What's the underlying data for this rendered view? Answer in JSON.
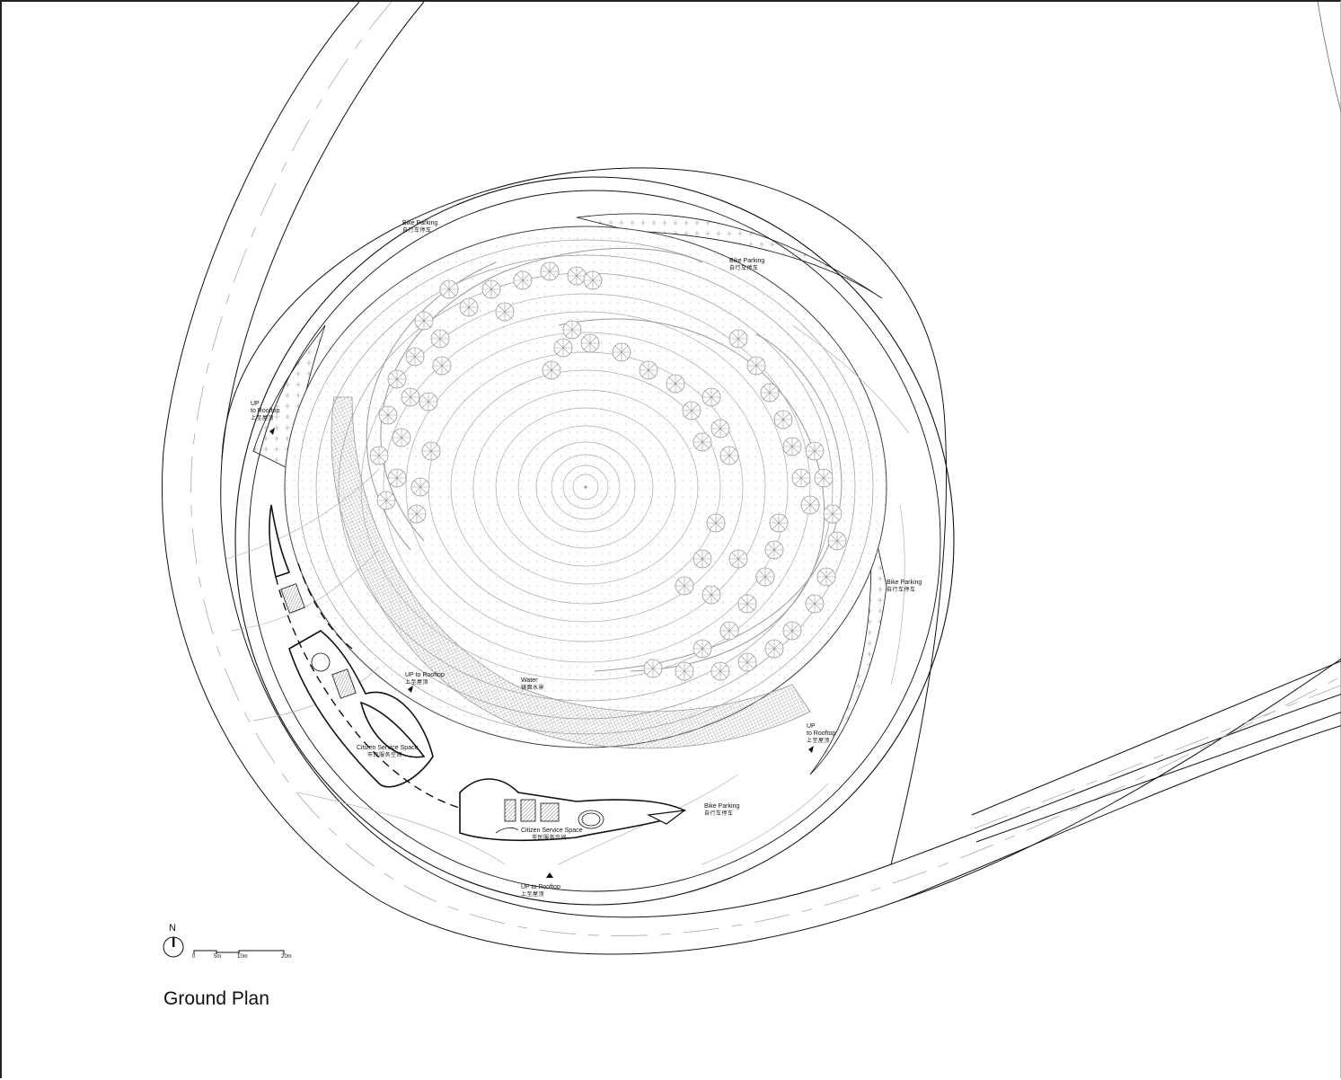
{
  "drawing": {
    "title": "Ground Plan",
    "north_arrow": {
      "label": "N",
      "icon": "north-arrow-icon"
    },
    "scale_bar": {
      "ticks": [
        "0",
        "5m",
        "10m",
        "20m"
      ]
    },
    "colors": {
      "line": "#111111",
      "hatch": "#9a9a9a",
      "landscape": "#b0b0b0",
      "road_centerline": "#aaaaaa",
      "background": "#ffffff"
    }
  },
  "labels": {
    "bike_parking_nw": {
      "en": "Bike Parking",
      "zh": "自行车停车"
    },
    "bike_parking_ne": {
      "en": "Bike Parking",
      "zh": "自行车停车"
    },
    "bike_parking_e": {
      "en": "Bike Parking",
      "zh": "自行车停车"
    },
    "bike_parking_s": {
      "en": "Bike Parking",
      "zh": "自行车停车"
    },
    "up_rooftop_w": {
      "line1": "UP",
      "line2": "to Rooftop",
      "zh": "上至屋顶"
    },
    "up_rooftop_sw": {
      "en": "UP to Rooftop",
      "zh": "上至屋顶"
    },
    "up_rooftop_se": {
      "line1": "UP",
      "line2": "to Rooftop",
      "zh": "上至屋顶"
    },
    "up_rooftop_s": {
      "en": "UP to Rooftop",
      "zh": "上至屋顶"
    },
    "water": {
      "en": "Water",
      "zh": "镜面水景"
    },
    "citizen_service_1": {
      "en": "Citizen Service Space",
      "zh": "市民服务空间"
    },
    "citizen_service_2": {
      "en": "Citizen Service Space",
      "zh": "市民服务空间"
    }
  }
}
